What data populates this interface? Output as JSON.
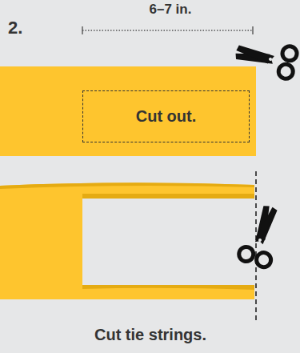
{
  "diagram": {
    "nodes": [
      {
        "text": [
          "Cut out."
        ]
      }
    ],
    "labels": [
      "2.",
      "6–7 in.",
      "Cut tie strings."
    ]
  }
}
